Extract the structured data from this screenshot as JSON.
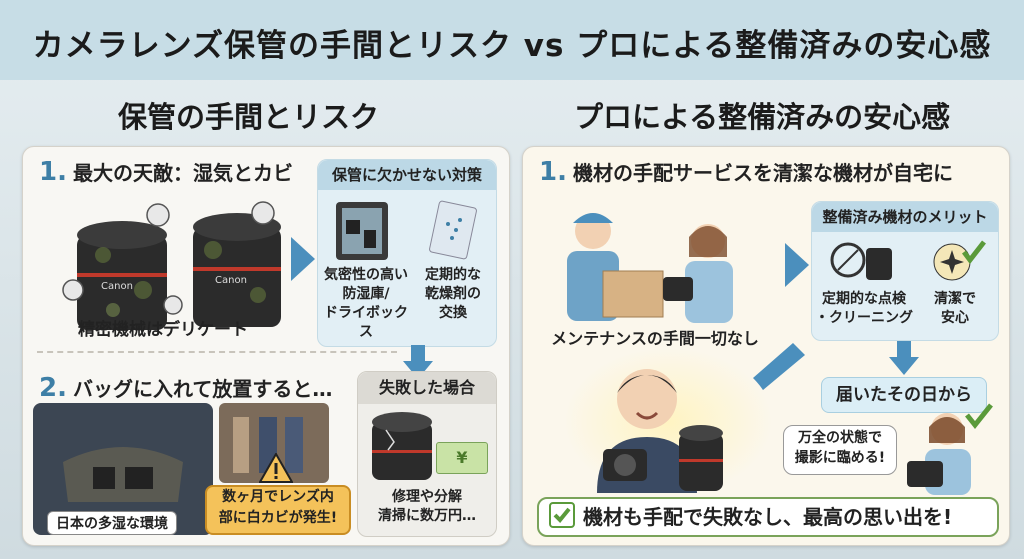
{
  "title": "カメラレンズ保管の手間とリスク vs プロによる整備済みの安心感",
  "left": {
    "heading": "保管の手間とリスク",
    "step1": {
      "num": "1.",
      "text": "最大の天敵：湿気とカビ"
    },
    "lens_caption": "精密機械はデリケート",
    "lens_brand": "Canon",
    "measures": {
      "title": "保管に欠かせない対策",
      "item1": "気密性の高い\n防湿庫/\nドライボックス",
      "item2": "定期的な\n乾燥剤の\n交換"
    },
    "step2": {
      "num": "2.",
      "text": "バッグに入れて放置すると…"
    },
    "bag_caption": "日本の多湿な環境",
    "warning": "数ヶ月でレンズ内\n部に白カビが発生!",
    "failure": {
      "title": "失敗した場合",
      "caption": "修理や分解\n清掃に数万円…",
      "yen": "¥"
    }
  },
  "right": {
    "heading": "プロによる整備済みの安心感",
    "step1": {
      "num": "1.",
      "text": "機材の手配サービスを清潔な機材が自宅に"
    },
    "delivery_caption": "メンテナンスの手間一切なし",
    "merits": {
      "title": "整備済み機材のメリット",
      "item1": "定期的な点検\n・クリーニング",
      "item2": "清潔で\n安心"
    },
    "arrival": "届いたその日から",
    "bubble": "万全の状態で\n撮影に臨める!",
    "banner": "機材も手配で失敗なし、最高の思い出を!"
  },
  "colors": {
    "accent": "#3e7fa6",
    "arrow": "#4b8fbd",
    "warning": "#f4c25a",
    "check": "#5a9a3a"
  }
}
